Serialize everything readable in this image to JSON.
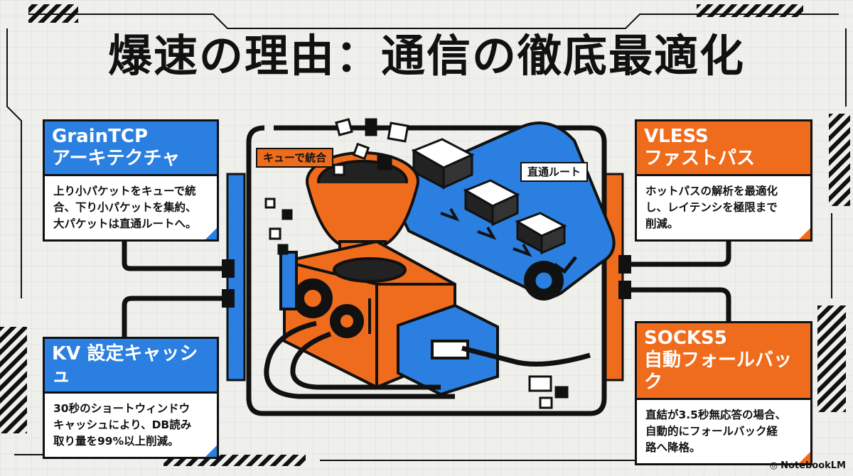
{
  "title": "爆速の理由：通信の徹底最適化",
  "cards": {
    "graintcp": {
      "heading_line1": "GrainTCP",
      "heading_line2": "アーキテクチャ",
      "body_line1": "上り小パケットをキューで統",
      "body_line2": "合、下り小パケットを集約、",
      "body_line3": "大パケットは直通ルートへ。"
    },
    "kvcache": {
      "heading_line1": "KV 設定キャッシュ",
      "body_line1": "30秒のショートウィンドウ",
      "body_line2": "キャッシュにより、DB読み",
      "body_line3": "取り量を99%以上削減。"
    },
    "vless": {
      "heading_line1": "VLESS",
      "heading_line2": "ファストパス",
      "body_line1": "ホットパスの解析を最適化",
      "body_line2": "し、レイテンシを極限まで",
      "body_line3": "削減。"
    },
    "socks5": {
      "heading_line1": "SOCKS5",
      "heading_line2": "自動フォールバック",
      "body_line1": "直結が3.5秒無応答の場合、",
      "body_line2": "自動的にフォールバック経",
      "body_line3": "路へ降格。"
    }
  },
  "tags": {
    "queue": "キューで統合",
    "direct": "直通ルート"
  },
  "logo": "NotebookLM",
  "colors": {
    "blue": "#2a7fe0",
    "orange": "#ef6c1d",
    "ink": "#111111",
    "background": "#efefec"
  }
}
